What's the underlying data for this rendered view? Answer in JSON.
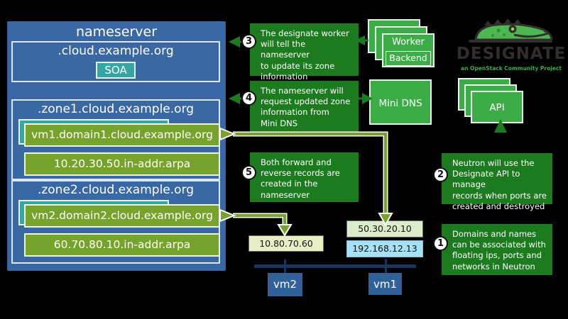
{
  "nameserver": {
    "title": "nameserver",
    "soa_zone": {
      "name": ".cloud.example.org",
      "record": "SOA"
    },
    "zones": [
      {
        "name": ".zone1.cloud.example.org",
        "forward": "vm1.domain1.cloud.example.org",
        "reverse": "10.20.30.50.in-addr.arpa"
      },
      {
        "name": ".zone2.cloud.example.org",
        "forward": "vm2.domain2.cloud.example.org",
        "reverse": "60.70.80.10.in-addr.arpa"
      }
    ]
  },
  "steps": {
    "s1": {
      "num": "1",
      "text": "Domains and names\ncan be associated with\nfloating ips, ports and\nnetworks in Neutron"
    },
    "s2": {
      "num": "2",
      "text": "Neutron will use the\nDesignate API to manage\nrecords when ports are\ncreated and destroyed"
    },
    "s3": {
      "num": "3",
      "text": "The designate worker\nwill tell the nameserver\nto update its zone\ninformation"
    },
    "s4": {
      "num": "4",
      "text": "The nameserver will\nrequest updated zone\ninformation from\nMini DNS"
    },
    "s5": {
      "num": "5",
      "text": "Both forward and\nreverse records are\ncreated in the\nnameserver"
    }
  },
  "components": {
    "worker": {
      "label": "Worker",
      "sublabel": "Backend"
    },
    "minidns": {
      "label": "Mini DNS"
    },
    "api": {
      "label": "API"
    }
  },
  "logo": {
    "title": "DESIGNATE",
    "tagline": "an OpenStack Community Project"
  },
  "network": {
    "vm2_ip": "10.80.70.60",
    "vm1_floating_ip": "50.30.20.10",
    "vm1_fixed_ip": "192.168.12.13",
    "vm2_label": "vm2",
    "vm1_label": "vm1"
  },
  "colors": {
    "panel_blue": "#3a68a5",
    "record_green": "#76a32c",
    "teal": "#35a5a5",
    "note_dark_green": "#1c7a1f",
    "card_green": "#3cad46",
    "vm_blue": "#31619b",
    "network_bar": "#17375e",
    "ip_pale_yellow": "#e9efc4",
    "ip_pale_green": "#daecca",
    "ip_light_blue": "#a6e1f7"
  }
}
